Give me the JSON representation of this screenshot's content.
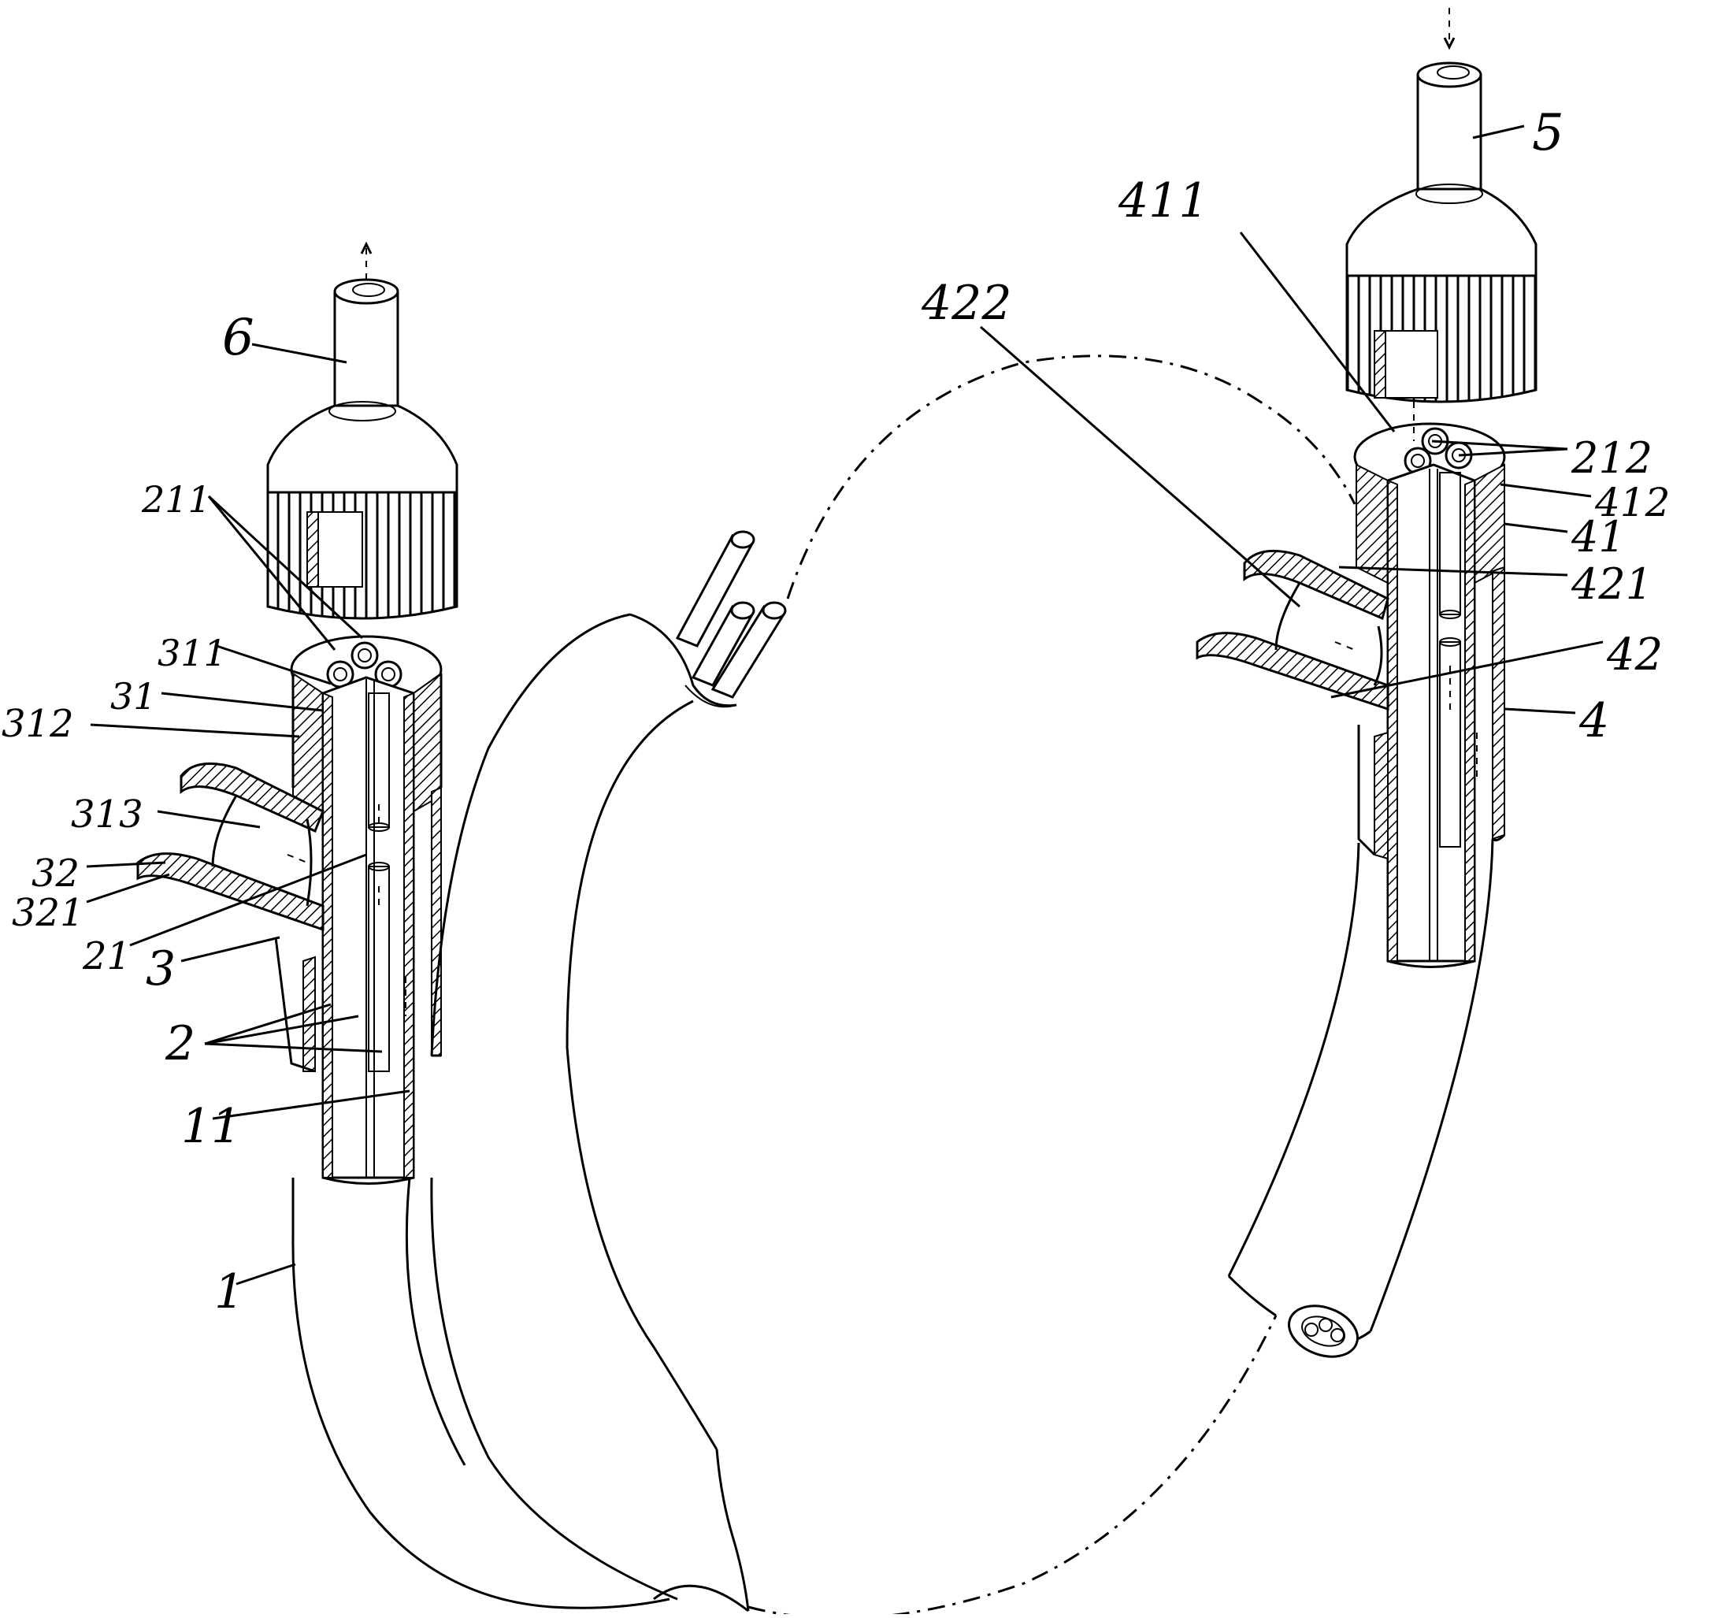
{
  "figure": {
    "labels": {
      "l6": "6",
      "l211": "211",
      "l311": "311",
      "l31": "31",
      "l312": "312",
      "l313": "313",
      "l32": "32",
      "l321": "321",
      "l21": "21",
      "l3": "3",
      "l2": "2",
      "l11": "11",
      "l1": "1",
      "l5": "5",
      "l411": "411",
      "l422": "422",
      "l212": "212",
      "l412": "412",
      "l41": "41",
      "l421": "421",
      "l42": "42",
      "l4": "4"
    }
  }
}
